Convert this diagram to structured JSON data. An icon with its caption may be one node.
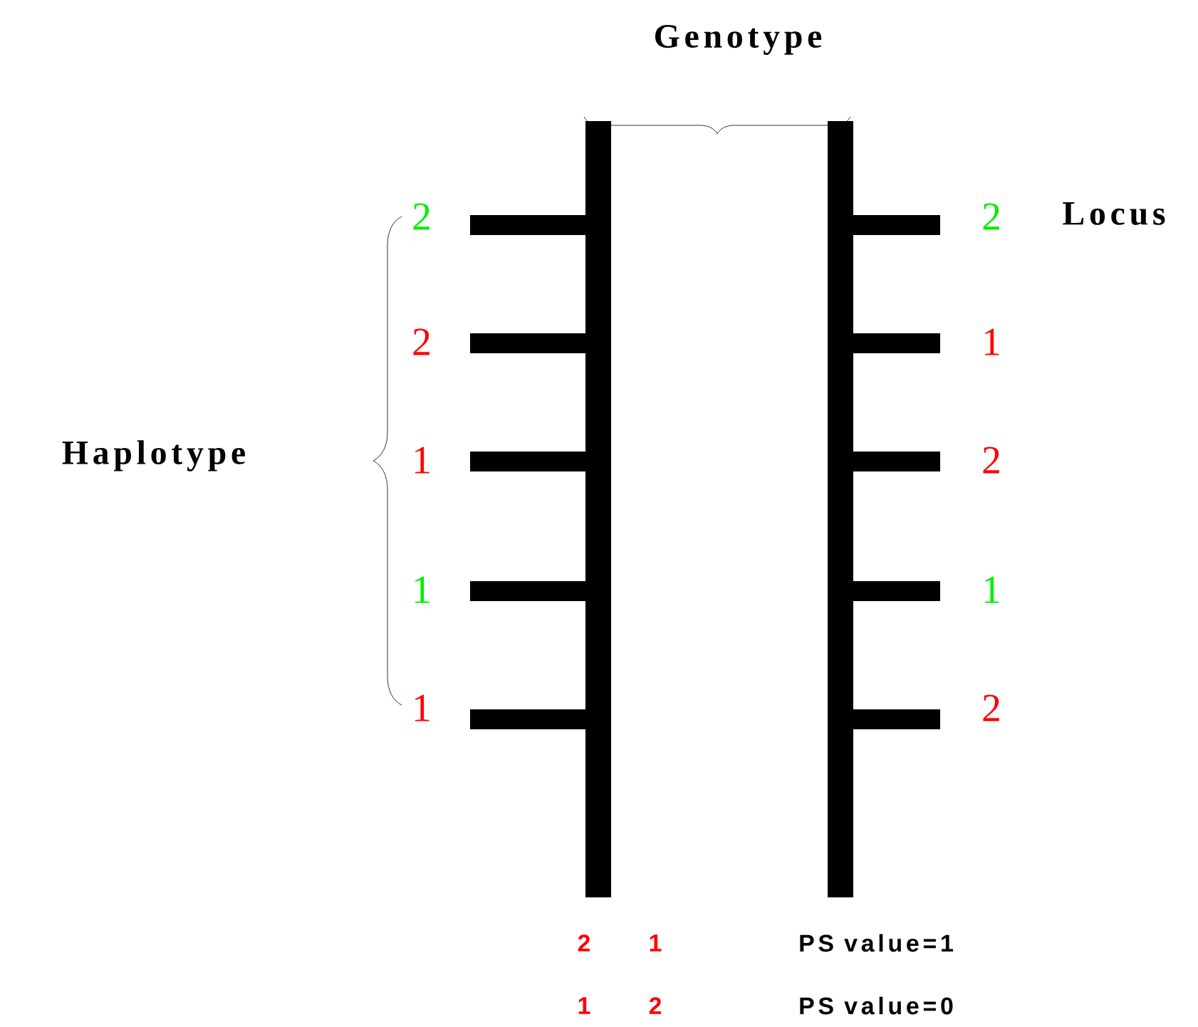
{
  "diagram": {
    "labels": [
      "Genotype",
      "2",
      "2",
      "Locus",
      "2",
      "1",
      "Haplotype",
      "1",
      "2",
      "1",
      "1",
      "1",
      "2",
      "2",
      "1",
      "PS value=1",
      "1",
      "2",
      "PS value=0"
    ]
  }
}
